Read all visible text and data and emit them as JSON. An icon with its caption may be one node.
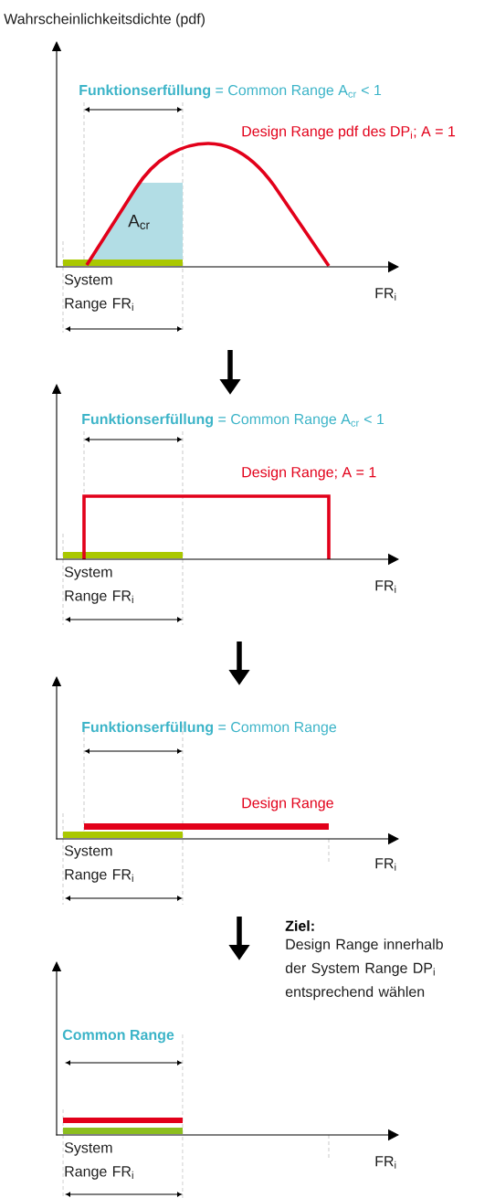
{
  "diagram": {
    "labels": [
      "Wahrscheinlichkeitsdichte (pdf)",
      "**Funktionserfüllung** = Common Range A$_{cr}$ < 1",
      "Design Range pdf des DP$_{i}$; A = 1",
      "A$_{cr}$",
      "System Range FR$_{i}$",
      "FR$_{i}$",
      "**Funktionserfüllung** = Common Range A$_{cr}$ < 1",
      "Design Range; A = 1",
      "System Range FR$_{i}$",
      "FR$_{i}$",
      "**Funktionserfüllung** = Common Range",
      "Design Range",
      "System Range FR$_{i}$",
      "FR$_{i}$",
      "Ziel:",
      "Design Range innerhalb der System Range DP$_{i}$ entsprechend wählen",
      "Common Range",
      "System Range FR$_{i}$",
      "FR$_{i}$"
    ]
  }
}
